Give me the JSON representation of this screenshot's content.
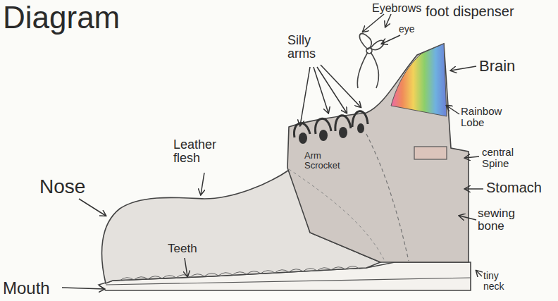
{
  "diagram": {
    "title": "Diagram",
    "labels": [
      "Silly arms",
      "Eyebrows",
      "eye",
      "foot dispenser",
      "Brain",
      "Rainbow Lobe",
      "central Spine",
      "Stomach",
      "sewing bone",
      "tiny neck",
      "Leather flesh",
      "Arm Scrocket",
      "Nose",
      "Teeth",
      "Mouth"
    ]
  }
}
